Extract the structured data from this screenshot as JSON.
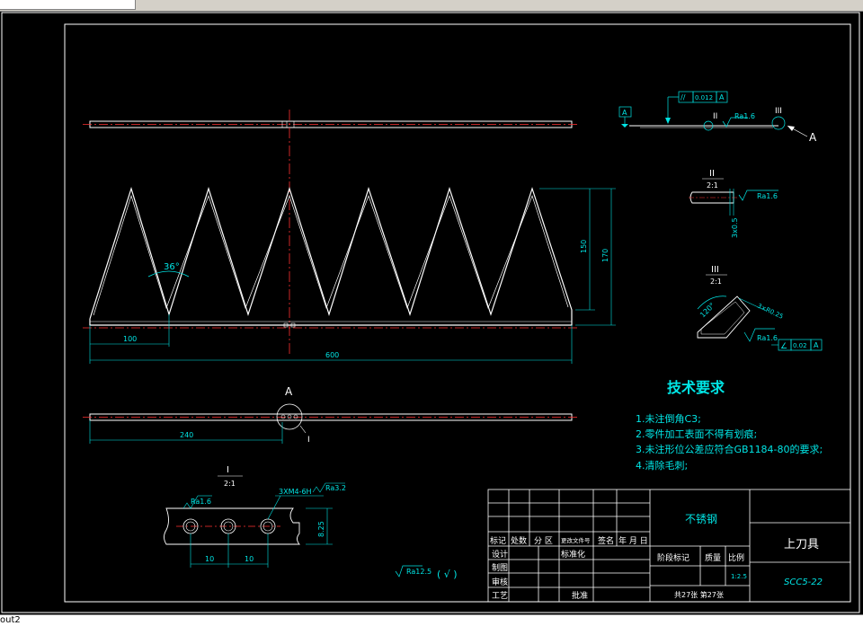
{
  "layout_tab": "out2",
  "views": {
    "view_I": {
      "label": "I",
      "scale": "2:1"
    },
    "view_II": {
      "label": "II",
      "scale": "2:1"
    },
    "view_III": {
      "label": "III",
      "scale": "2:1"
    },
    "section_A": "A"
  },
  "dimensions": {
    "angle_36": "36°",
    "d100": "100",
    "d600": "600",
    "d150": "150",
    "d170": "170",
    "d240": "240",
    "d10a": "10",
    "d10b": "10",
    "d8_25": "8.25",
    "d3x05": "3x0.5",
    "d120": "120°",
    "d3xr025": "3×R0.25"
  },
  "annotations": {
    "ra16_a": "Ra1.6",
    "ra16_b": "Ra1.6",
    "ra16_c": "Ra1.6",
    "ra16_d": "Ra1.6",
    "ra32": "Ra3.2",
    "ra125": "Ra12.5",
    "ra125_paren": "(  √  )",
    "thread": "3XM4-6H",
    "tol_012_sym": "//",
    "tol_012_val": "0.012",
    "tol_012_ref": "A",
    "tol_002_sym": "∠",
    "tol_002_val": "0.02",
    "tol_002_ref": "A",
    "datum_A": "A",
    "view_II_mark": "II",
    "view_III_mark": "III",
    "view_I_mark": "I",
    "arrow_A": "A"
  },
  "tech_requirements": {
    "title": "技术要求",
    "items": [
      "1.未注倒角C3;",
      "2.零件加工表面不得有划痕;",
      "3.未注形位公差应符合GB1184-80的要求;",
      "4.清除毛刺;"
    ]
  },
  "title_block": {
    "material": "不锈钢",
    "part_name": "上刀具",
    "drawing_no": "SCC5-22",
    "scale_value": "1:2.5",
    "sheet_info": "共27张 第27张",
    "stage_mark": "阶段标记",
    "weight": "质量",
    "scale": "比例",
    "headers": [
      "标记",
      "处数",
      "分 区",
      "更改文件号",
      "签名",
      "年 月 日"
    ],
    "design": "设计",
    "standardize": "标准化",
    "drafting": "制图",
    "check": "审核",
    "process": "工艺",
    "approve": "批准"
  },
  "colors": {
    "outline": "#ffffff",
    "center": "#ff3030",
    "dimension": "#00e5e5",
    "text_cad": "#00e5e5"
  }
}
